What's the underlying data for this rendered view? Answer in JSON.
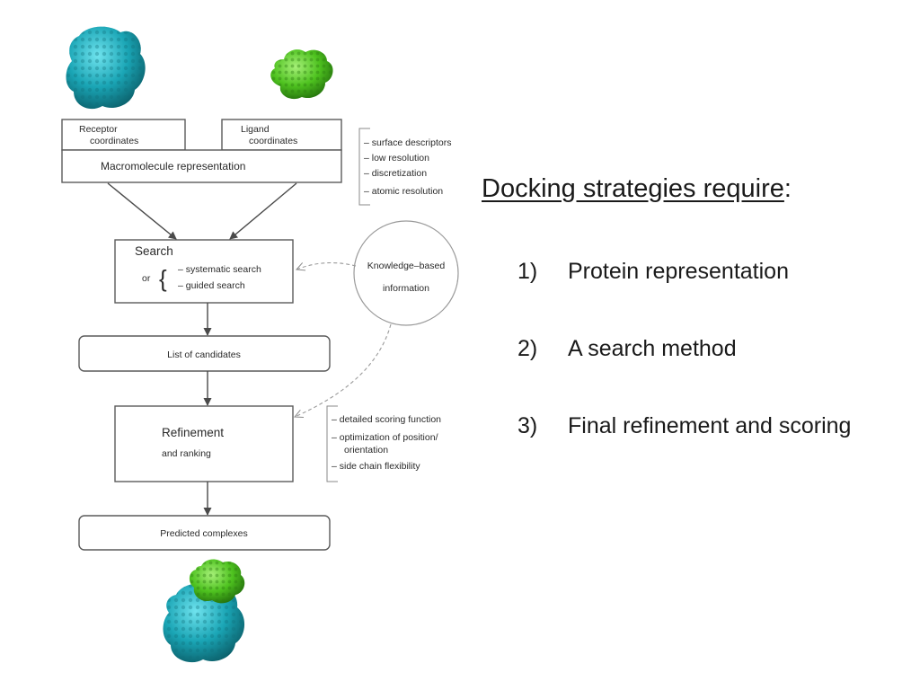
{
  "diagram": {
    "receptor_label": [
      "Receptor",
      "coordinates"
    ],
    "ligand_label": [
      "Ligand",
      "coordinates"
    ],
    "representation_label": "Macromolecule representation",
    "representation_options": [
      "– surface descriptors",
      "– low resolution",
      "– discretization",
      "– atomic resolution"
    ],
    "search_title": "Search",
    "search_or": "or",
    "search_options": [
      "– systematic search",
      "– guided search"
    ],
    "knowledge_label": [
      "Knowledge–based",
      "information"
    ],
    "candidates_label": "List  of  candidates",
    "refinement_title": "Refinement",
    "refinement_subtitle": "and ranking",
    "refinement_options": [
      "– detailed scoring function",
      "– optimization of position/",
      "orientation",
      "– side chain flexibility"
    ],
    "predicted_label": "Predicted complexes"
  },
  "colors": {
    "receptor": "#1aa5b5",
    "ligand": "#4ec21f"
  },
  "heading": {
    "main": "Docking strategies require",
    "suffix": ":"
  },
  "strategies": [
    {
      "number": "1)",
      "text": "Protein representation"
    },
    {
      "number": "2)",
      "text": "A search method"
    },
    {
      "number": "3)",
      "text": "Final refinement and scoring"
    }
  ]
}
